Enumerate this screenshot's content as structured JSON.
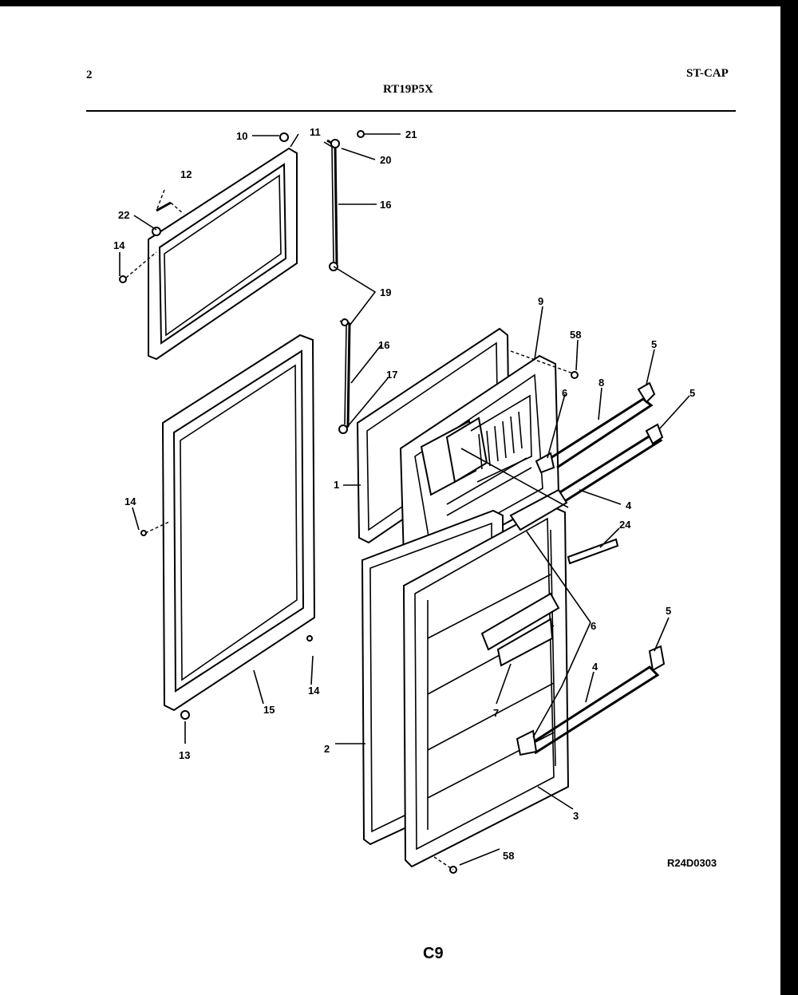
{
  "header": {
    "page_number": "2",
    "model": "RT19P5X",
    "code": "ST-CAP"
  },
  "diagram": {
    "reference_code": "R24D0303",
    "page_code": "C9",
    "callouts": [
      {
        "id": "c10",
        "text": "10"
      },
      {
        "id": "c11",
        "text": "11"
      },
      {
        "id": "c21",
        "text": "21"
      },
      {
        "id": "c20",
        "text": "20"
      },
      {
        "id": "c12",
        "text": "12"
      },
      {
        "id": "c22",
        "text": "22"
      },
      {
        "id": "c16a",
        "text": "16"
      },
      {
        "id": "c14a",
        "text": "14"
      },
      {
        "id": "c19",
        "text": "19"
      },
      {
        "id": "c9",
        "text": "9"
      },
      {
        "id": "c58a",
        "text": "58"
      },
      {
        "id": "c5a",
        "text": "5"
      },
      {
        "id": "c16b",
        "text": "16"
      },
      {
        "id": "c17",
        "text": "17"
      },
      {
        "id": "c6a",
        "text": "6"
      },
      {
        "id": "c8",
        "text": "8"
      },
      {
        "id": "c5b",
        "text": "5"
      },
      {
        "id": "c1",
        "text": "1"
      },
      {
        "id": "c14b",
        "text": "14"
      },
      {
        "id": "c4a",
        "text": "4"
      },
      {
        "id": "c24",
        "text": "24"
      },
      {
        "id": "c5c",
        "text": "5"
      },
      {
        "id": "c6b",
        "text": "6"
      },
      {
        "id": "c14c",
        "text": "14"
      },
      {
        "id": "c15",
        "text": "15"
      },
      {
        "id": "c4b",
        "text": "4"
      },
      {
        "id": "c7",
        "text": "7"
      },
      {
        "id": "c13",
        "text": "13"
      },
      {
        "id": "c2",
        "text": "2"
      },
      {
        "id": "c3",
        "text": "3"
      },
      {
        "id": "c58b",
        "text": "58"
      }
    ]
  }
}
